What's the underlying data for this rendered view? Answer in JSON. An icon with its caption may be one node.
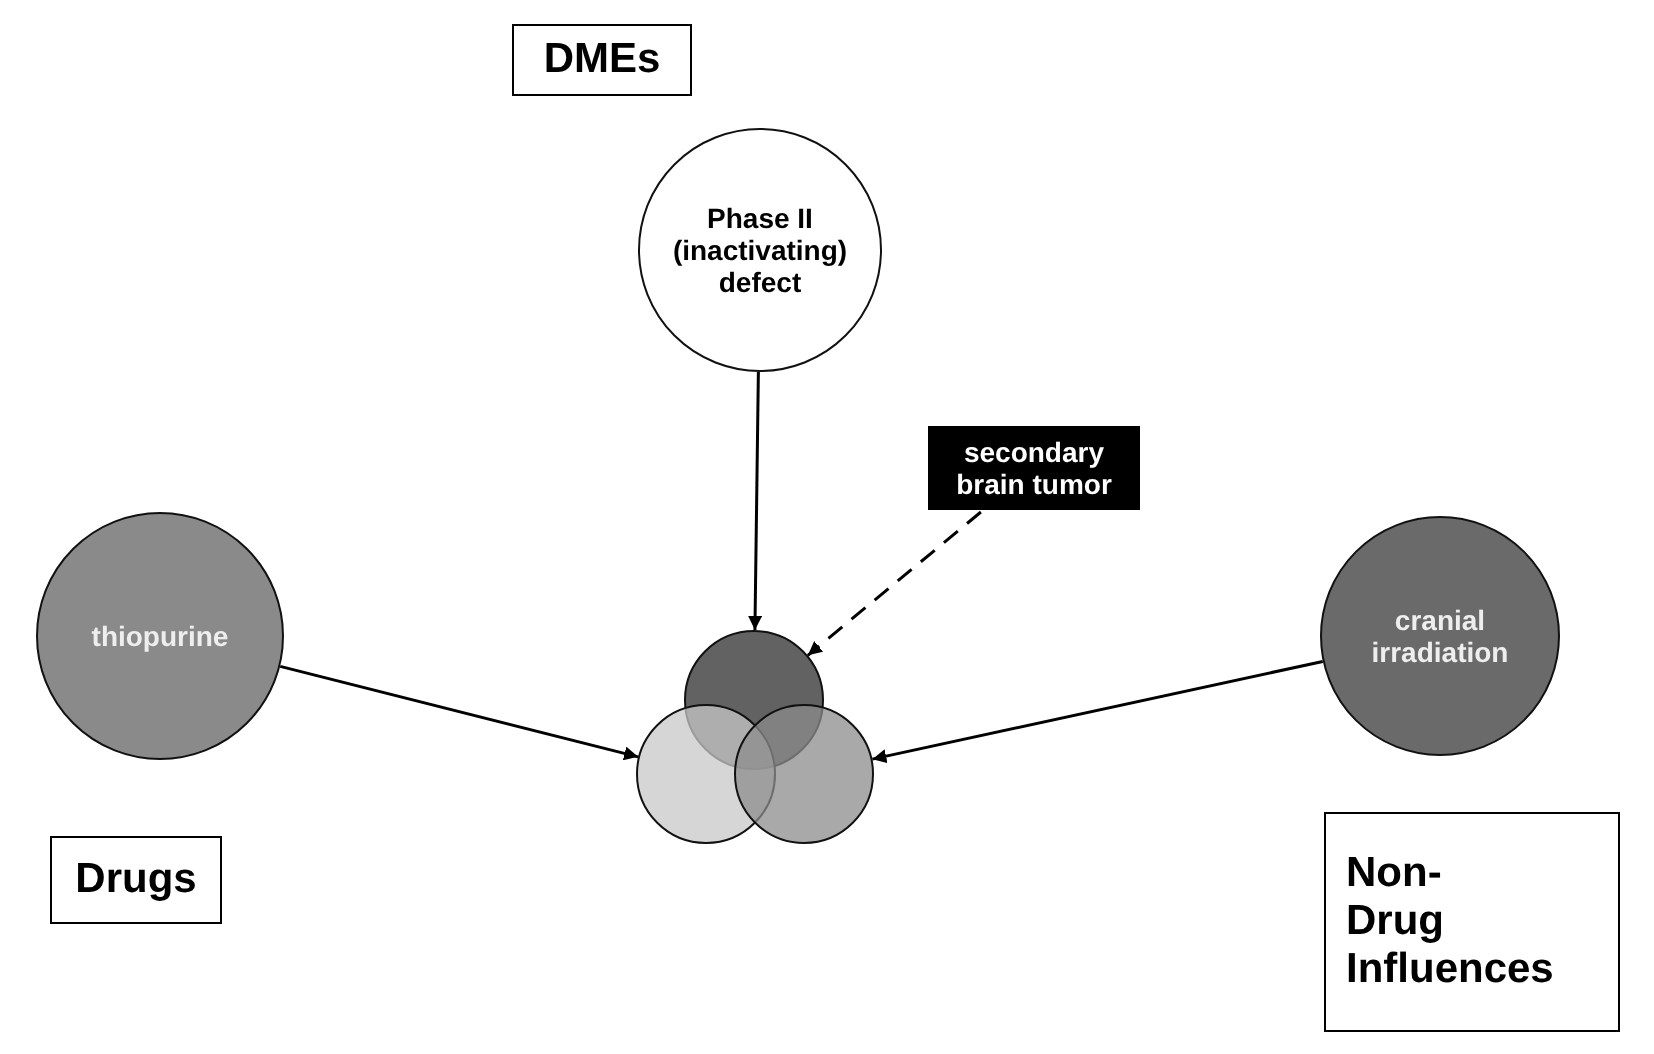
{
  "diagram": {
    "nodes": [
      {
        "text": [
          "DMEs"
        ]
      },
      {
        "text": [
          "Phase II (inactivating) defect"
        ]
      },
      {
        "text": [
          "secondary brain tumor"
        ]
      },
      {
        "text": [
          "thiopurine"
        ]
      },
      {
        "text": [
          "cranial irradiation"
        ]
      },
      {
        "text": [],
        "shape": "circle"
      },
      {
        "text": [],
        "shape": "circle"
      },
      {
        "text": [],
        "shape": "circle"
      },
      {
        "text": [
          "Drugs"
        ]
      },
      {
        "text": [
          "Non-Drug Influences"
        ]
      }
    ],
    "edges": [
      {
        "from": 1,
        "to": 5,
        "arrow": "to"
      },
      {
        "from": 3,
        "to": 6,
        "arrow": "to"
      },
      {
        "from": 4,
        "to": 7,
        "arrow": "to"
      },
      {
        "from": 2,
        "to": 5,
        "arrow": "to",
        "style": "dashed"
      }
    ]
  }
}
